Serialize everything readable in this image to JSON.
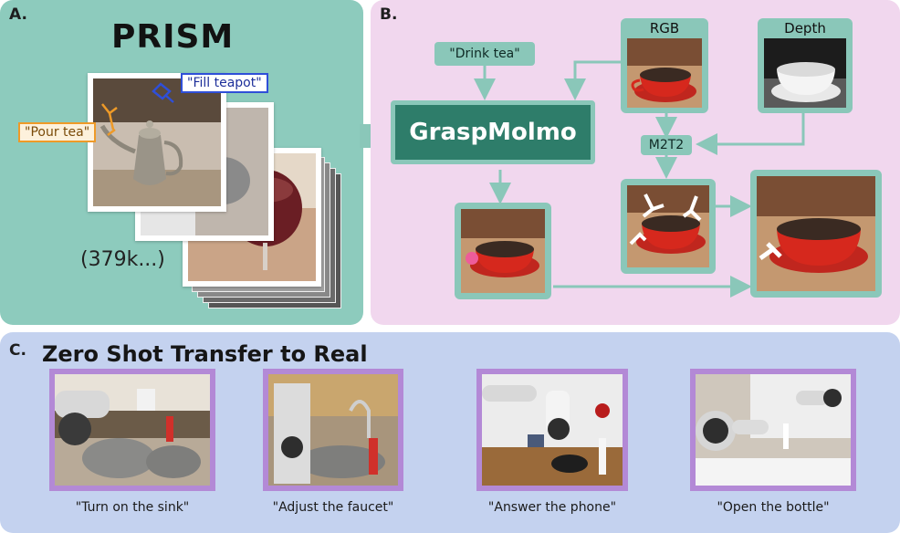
{
  "panel_a": {
    "label": "A.",
    "title": "PRISM",
    "count": "(379k...)",
    "tag_fill": "\"Fill teapot\"",
    "tag_pour": "\"Pour tea\""
  },
  "panel_b": {
    "label": "B.",
    "prompt": "\"Drink tea\"",
    "rgb": "RGB",
    "depth": "Depth",
    "model": "GraspMolmo",
    "m2t2": "M2T2"
  },
  "panel_c": {
    "label": "C.",
    "title": "Zero Shot Transfer to Real",
    "captions": [
      "\"Turn on the sink\"",
      "\"Adjust the faucet\"",
      "\"Answer the phone\"",
      "\"Open the bottle\""
    ]
  },
  "colors": {
    "panel_a_bg": "#8dcbbd",
    "panel_b_bg": "#f1d7ee",
    "panel_c_bg": "#c4d2ef",
    "teal_accent": "#8ac7b9",
    "model_box": "#2e7d6a",
    "photo_frame_purple": "#b389d6",
    "point_marker": "#ee5c9a"
  }
}
